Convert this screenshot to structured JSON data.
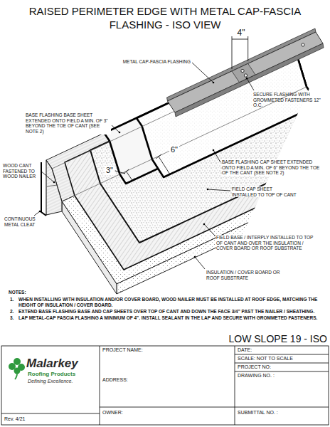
{
  "diagram": {
    "title": "RAISED PERIMETER EDGE WITH METAL CAP-FASCIA FLASHING - ISO VIEW",
    "labels": [
      "4\"",
      "METAL CAP-FASCIA FLASHING",
      "SECURE FLASHING WITH GROMMETED FASTENERS 12\" O.C.",
      "BASE FLASHING BASE SHEET EXTENDED ONTO FIELD A MIN. OF 3\" BEYOND THE TOE OF CANT (SEE NOTE 2)",
      "6\"",
      "WOOD CANT FASTENED TO WOOD NAILER",
      "BASE FLASHING CAP SHEET EXTENDED ONTO FIELD A MIN. OF 6\" BEYOND THE TOE OF THE CANT (SEE NOTE 2)",
      "3\"",
      "FIELD CAP SHEET INSTALLED TO TOP OF CANT",
      "CONTINUOUS METAL CLEAT",
      "FIELD BASE / INTERPLY INSTALLED TO TOP OF CANT AND OVER THE INSULATION / COVER BOARD OR ROOF SUBSTRATE",
      "INSULATION / COVER BOARD OR ROOF SUBSTRATE",
      "NOTES:",
      "1.",
      "WHEN INSTALLING WITH INSULATION AND/OR COVER BOARD, WOOD NAILER MUST BE INSTALLED AT ROOF EDGE, MATCHING THE HEIGHT OF INSULATION / COVER BOARD.",
      "2.",
      "EXTEND BASE FLASHING BASE AND CAP SHEETS OVER TOP OF CANT AND DOWN THE FACE 3/4\" PAST THE NAILER / SHEATHING.",
      "3.",
      "LAP METAL-CAP FASCIA FLASHING A MINIMUM OF 4\". INSTALL SEALANT IN THE LAP AND SECURE WITH GROMMETED FASTENERS.",
      "LOW SLOPE 19 - ISO",
      "PROJECT NAME:",
      "DATE:",
      "SCALE: NOT TO SCALE",
      "PROJECT NO:",
      "ADDRESS:",
      "DRAWING NO. :",
      "OWNER:",
      "SUBMITTAL NO. :",
      "Malarkey",
      "Roofing Products",
      "Defining Excellence.",
      "Rev. 4/21"
    ]
  }
}
